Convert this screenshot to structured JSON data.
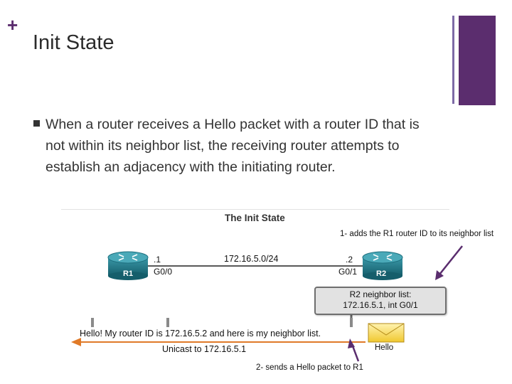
{
  "slide": {
    "plus_symbol": "+",
    "title": "Init State",
    "bullet": "When a router receives a Hello packet with a router ID that is not within its neighbor list, the receiving router attempts to establish an adjacency with the initiating router."
  },
  "diagram": {
    "title": "The Init State",
    "note_1": "1- adds the R1 router ID to its neighbor list",
    "note_2": "2- sends a Hello packet to R1",
    "r1": {
      "name": "R1",
      "ip_suffix": ".1",
      "interface": "G0/0"
    },
    "r2": {
      "name": "R2",
      "ip_suffix": ".2",
      "interface": "G0/1"
    },
    "network": "172.16.5.0/24",
    "neighbor_list": {
      "line1": "R2 neighbor list:",
      "line2": "172.16.5.1, int G0/1"
    },
    "hello_message": "Hello! My router ID is 172.16.5.2 and here is my neighbor list.",
    "unicast": "Unicast to 172.16.5.1",
    "envelope_label": "Hello"
  },
  "colors": {
    "accent_purple": "#5b2d6e",
    "accent_lavender": "#7d6aa6",
    "router_teal": "#1d6f7e",
    "arrow_orange": "#e07a28",
    "note_arrow": "#5a2d6e",
    "envelope_yellow": "#f3d34a"
  }
}
